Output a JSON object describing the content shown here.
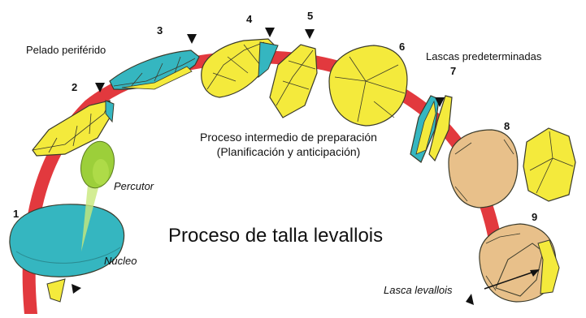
{
  "title": "Proceso de talla levallois",
  "labels": {
    "peripheral": "Pelado periférido",
    "intermediate_line1": "Proceso intermedio de preparación",
    "intermediate_line2": "(Planificación y anticipación)",
    "predetermined": "Lascas predeterminadas",
    "percussor": "Percutor",
    "core": "Núcleo",
    "levallois_flake": "Lasca levallois"
  },
  "steps": [
    "1",
    "2",
    "3",
    "4",
    "5",
    "6",
    "7",
    "8",
    "9"
  ],
  "colors": {
    "arc": "#e0282e",
    "teal": "#35b6c0",
    "yellow": "#f4ea3c",
    "tan": "#e8c08a",
    "green": "#9ccf3a",
    "outline": "#3a3a2a"
  }
}
